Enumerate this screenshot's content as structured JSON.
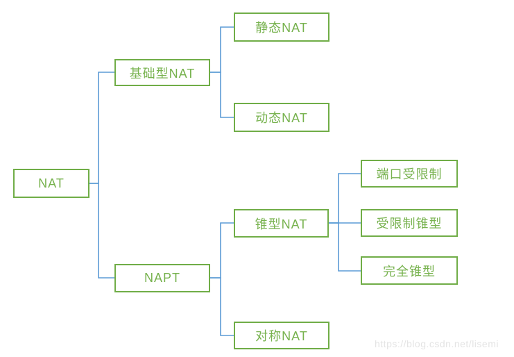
{
  "colors": {
    "node_border": "#70ad47",
    "node_text": "#77b24e",
    "connector": "#5b9bd5",
    "watermark": "#e4e4e4",
    "background": "#ffffff"
  },
  "nodes": [
    {
      "id": "nat",
      "label": "NAT"
    },
    {
      "id": "basic-nat",
      "label": "基础型NAT"
    },
    {
      "id": "napt",
      "label": "NAPT"
    },
    {
      "id": "static-nat",
      "label": "静态NAT"
    },
    {
      "id": "dynamic-nat",
      "label": "动态NAT"
    },
    {
      "id": "cone-nat",
      "label": "锥型NAT"
    },
    {
      "id": "symmetric-nat",
      "label": "对称NAT"
    },
    {
      "id": "port-restricted",
      "label": "端口受限制"
    },
    {
      "id": "restricted-cone",
      "label": "受限制锥型"
    },
    {
      "id": "full-cone",
      "label": "完全锥型"
    }
  ],
  "edges": [
    {
      "from": "nat",
      "to": "basic-nat"
    },
    {
      "from": "nat",
      "to": "napt"
    },
    {
      "from": "basic-nat",
      "to": "static-nat"
    },
    {
      "from": "basic-nat",
      "to": "dynamic-nat"
    },
    {
      "from": "napt",
      "to": "cone-nat"
    },
    {
      "from": "napt",
      "to": "symmetric-nat"
    },
    {
      "from": "cone-nat",
      "to": "port-restricted"
    },
    {
      "from": "cone-nat",
      "to": "restricted-cone"
    },
    {
      "from": "cone-nat",
      "to": "full-cone"
    }
  ],
  "watermark": {
    "text": "https://blog.csdn.net/lisemi"
  }
}
